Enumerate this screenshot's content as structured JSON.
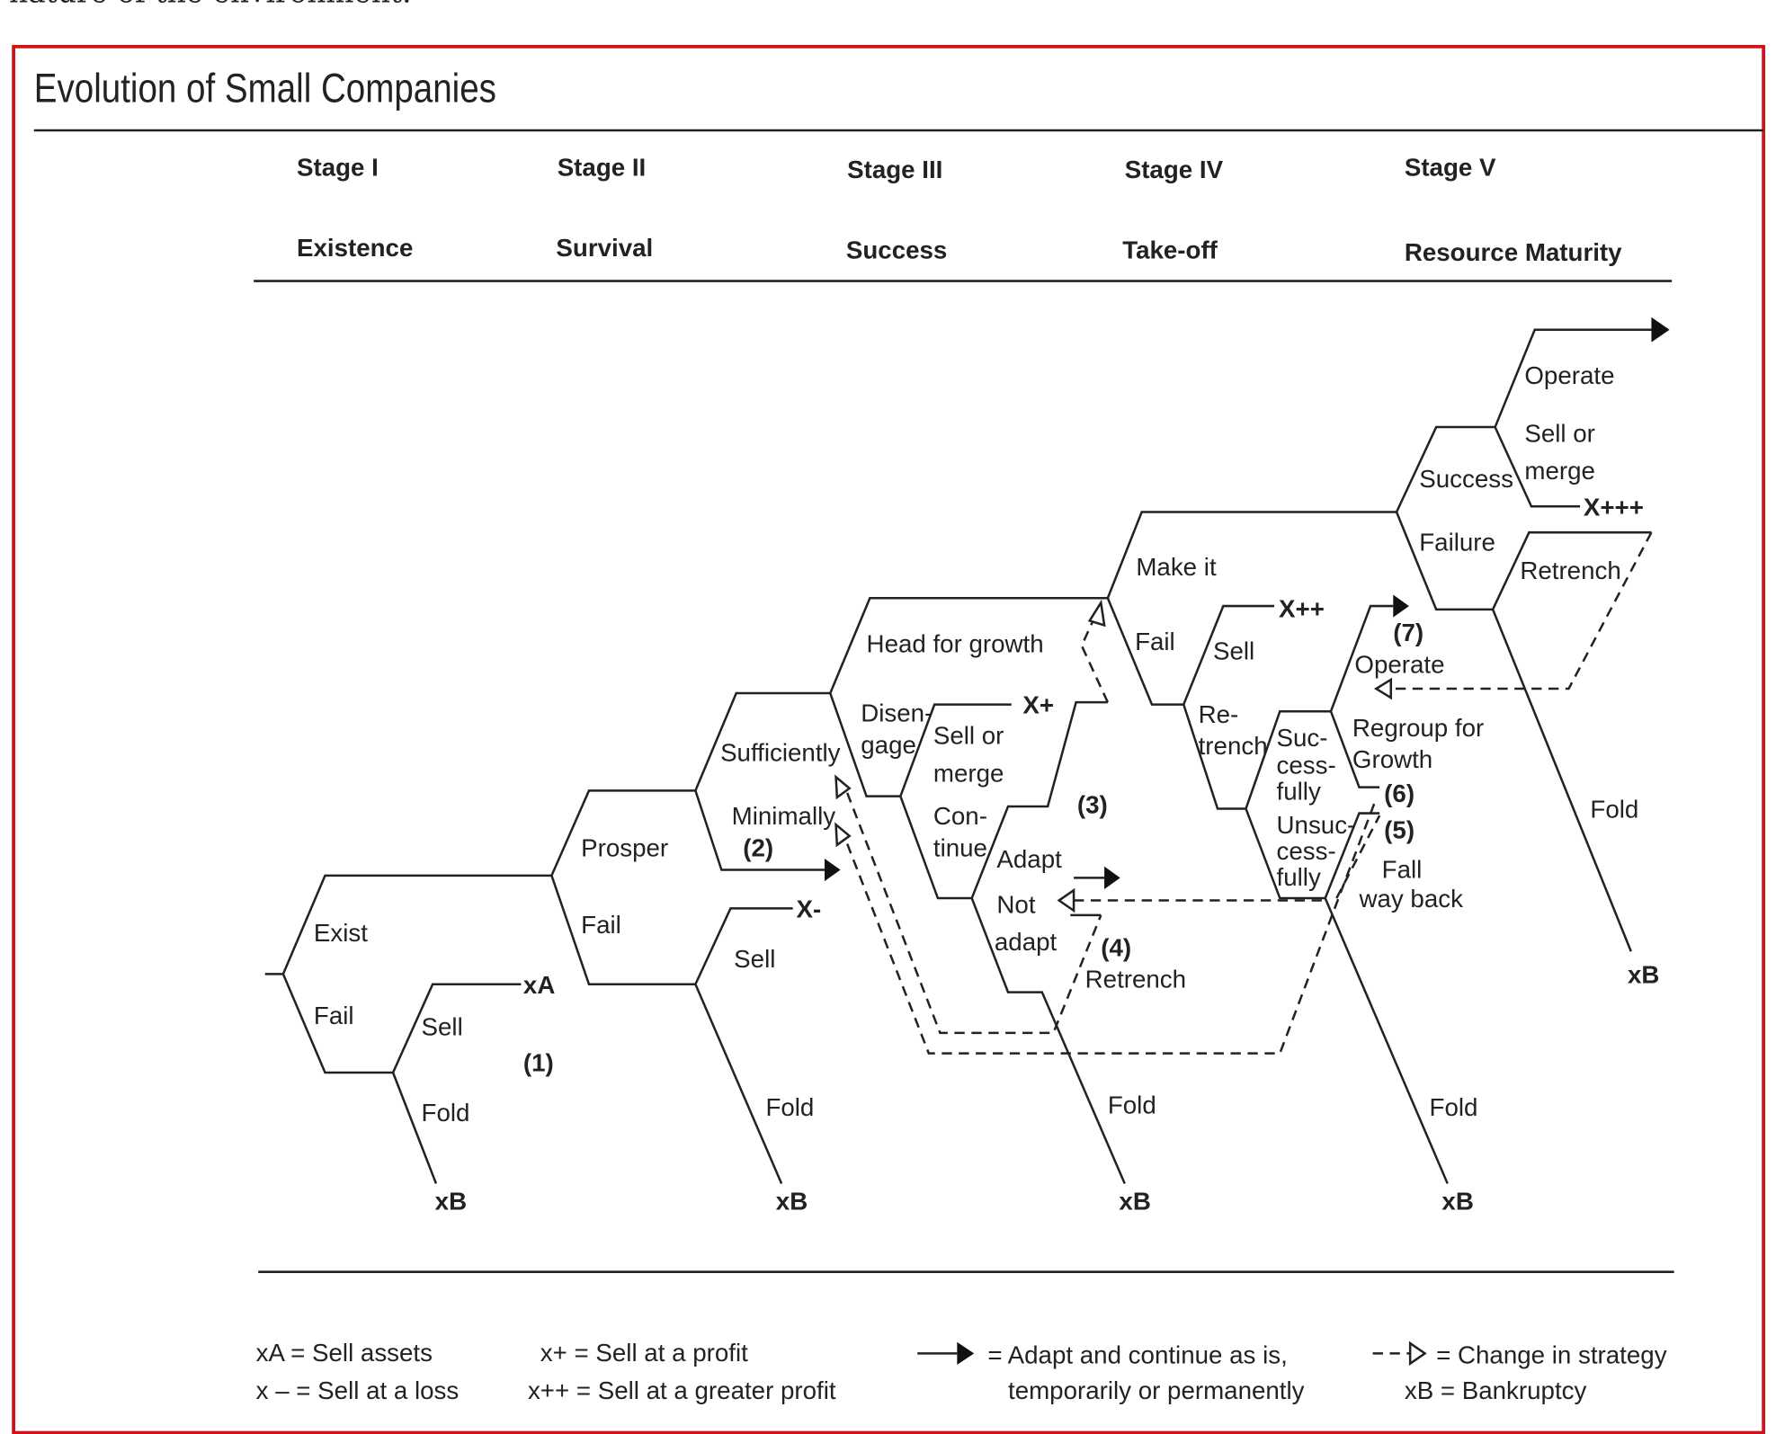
{
  "page_top_text": "nature of the environment.",
  "title": "Evolution of Small Companies",
  "stages": [
    {
      "stage": "Stage I",
      "name": "Existence"
    },
    {
      "stage": "Stage II",
      "name": "Survival"
    },
    {
      "stage": "Stage III",
      "name": "Success"
    },
    {
      "stage": "Stage IV",
      "name": "Take-off"
    },
    {
      "stage": "Stage V",
      "name": "Resource Maturity"
    }
  ],
  "labels": {
    "exist": "Exist",
    "fail1": "Fail",
    "sell1": "Sell",
    "fold1": "Fold",
    "xA": "xA",
    "n1": "(1)",
    "xB1": "xB",
    "prosper": "Prosper",
    "fail2": "Fail",
    "sell2": "Sell",
    "xminus": "X-",
    "fold2": "Fold",
    "xB2": "xB",
    "sufficiently": "Sufficiently",
    "minimally": "Minimally",
    "n2": "(2)",
    "head_growth": "Head for growth",
    "disengage1": "Disen-",
    "disengage2": "gage",
    "sellmerge1": "Sell or",
    "sellmerge2": "merge",
    "xplus": "X+",
    "continue1": "Con-",
    "continue2": "tinue",
    "adapt": "Adapt",
    "notadapt1": "Not",
    "notadapt2": "adapt",
    "n3": "(3)",
    "n4": "(4)",
    "retrench4": "Retrench",
    "fold3": "Fold",
    "xB3": "xB",
    "makeit": "Make it",
    "fail4": "Fail",
    "sell4": "Sell",
    "xplusplus": "X++",
    "retrench_a": "Re-",
    "retrench_b": "trench",
    "succ1": "Suc-",
    "succ2": "cess-",
    "succ3": "fully",
    "unsucc1": "Unsuc-",
    "unsucc2": "cess-",
    "unsucc3": "fully",
    "n7": "(7)",
    "operate4": "Operate",
    "regroup1": "Regroup for",
    "regroup2": "Growth",
    "n6": "(6)",
    "n5": "(5)",
    "fallback1": "Fall",
    "fallback2": "way back",
    "fold4": "Fold",
    "xB4": "xB",
    "success5": "Success",
    "failure5": "Failure",
    "operate5": "Operate",
    "sellmerge5a": "Sell or",
    "sellmerge5b": "merge",
    "xplus3": "X+++",
    "retrench5": "Retrench",
    "fold5": "Fold",
    "xB5": "xB"
  },
  "legend": {
    "xA": "xA = Sell assets",
    "xminus": "x – = Sell at a loss",
    "xplus": "x+ = Sell at a profit",
    "xplusplus": "x++ = Sell at a greater profit",
    "arrow1": "= Adapt and continue as is,",
    "arrow2": "temporarily or permanently",
    "dashed": "= Change in strategy",
    "xB": "xB = Bankruptcy"
  },
  "colors": {
    "frame": "#d0121b"
  }
}
